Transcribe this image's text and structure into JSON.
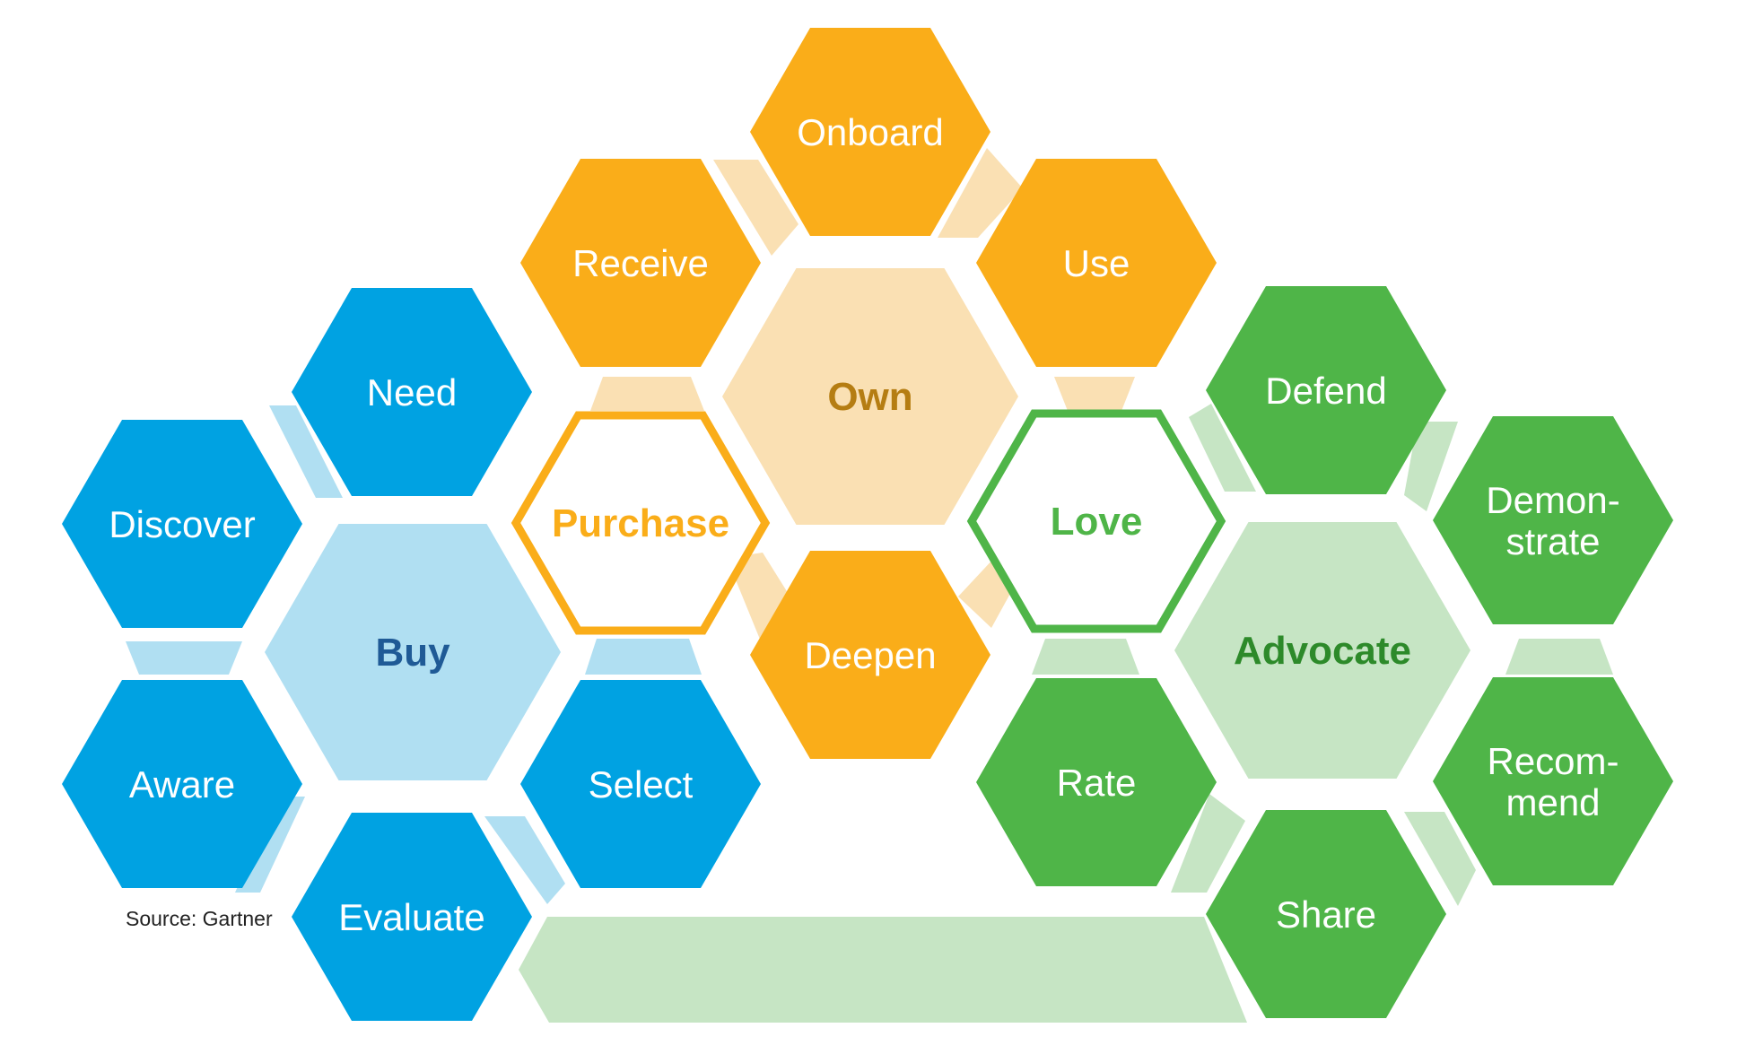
{
  "colors": {
    "blue": "#00a2e2",
    "blue_light": "#b0dff2",
    "blue_dark_text": "#1f5a96",
    "orange": "#faad19",
    "orange_light": "#fae0b3",
    "orange_dark_text": "#b57d12",
    "green": "#4fb548",
    "green_light": "#c6e5c4",
    "green_dark_text": "#2d8a2a",
    "white": "#ffffff"
  },
  "groups": {
    "buy": {
      "center": "Buy",
      "steps": [
        "Need",
        "Discover",
        "Aware",
        "Evaluate",
        "Select"
      ]
    },
    "purchase": {
      "label": "Purchase"
    },
    "own": {
      "center": "Own",
      "steps": [
        "Receive",
        "Onboard",
        "Use",
        "Deepen"
      ]
    },
    "love": {
      "label": "Love"
    },
    "advocate": {
      "center": "Advocate",
      "steps": [
        "Defend",
        "Demon-|strate",
        "Recom-|mend",
        "Share",
        "Rate"
      ]
    }
  },
  "source": "Source: Gartner"
}
